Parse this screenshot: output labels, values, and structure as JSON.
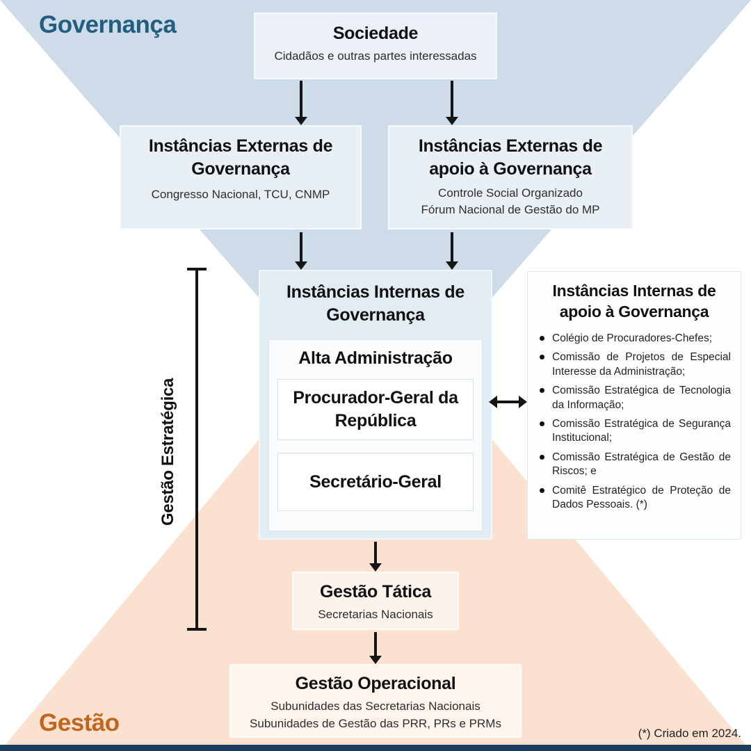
{
  "labels": {
    "governanca": "Governança",
    "gestao": "Gestão",
    "bracket": "Gestão Estratégica",
    "footnote": "(*) Criado em 2024."
  },
  "sociedade": {
    "title": "Sociedade",
    "subtitle": "Cidadãos e outras partes interessadas"
  },
  "externas_governanca": {
    "title_l1": "Instâncias Externas de",
    "title_l2": "Governança",
    "subtitle": "Congresso Nacional, TCU, CNMP"
  },
  "externas_apoio": {
    "title_l1": "Instâncias Externas de",
    "title_l2": "apoio à Governança",
    "subtitle_l1": "Controle Social Organizado",
    "subtitle_l2": "Fórum Nacional de Gestão do MP"
  },
  "internas_governanca": {
    "title_l1": "Instâncias Internas de",
    "title_l2": "Governança",
    "alta": "Alta Administração",
    "pgr_l1": "Procurador-Geral da",
    "pgr_l2": "República",
    "sg": "Secretário-Geral"
  },
  "internas_apoio": {
    "title_l1": "Instâncias Internas de",
    "title_l2": "apoio à Governança",
    "items": [
      "Colégio de Procuradores-Chefes;",
      "Comissão de Projetos de Especial Interesse da Administração;",
      "Comissão Estratégica de Tecnologia da Informação;",
      "Comissão Estratégica de Segurança Institucional;",
      "Comissão Estratégica de Gestão de Riscos; e",
      "Comitê Estratégico de Proteção de Dados Pessoais. (*)"
    ]
  },
  "gestao_tatica": {
    "title": "Gestão Tática",
    "subtitle": "Secretarias Nacionais"
  },
  "gestao_operacional": {
    "title": "Gestão Operacional",
    "subtitle_l1": "Subunidades das Secretarias Nacionais",
    "subtitle_l2": "Subunidades de Gestão das PRR, PRs e PRMs"
  },
  "colors": {
    "triangle_blue": "#cddce8",
    "triangle_orange": "#fbe2d0",
    "governanca_text": "#235e80",
    "gestao_text": "#c1661f",
    "bottom_bar": "#1c3c5e",
    "arrow": "#151515"
  }
}
